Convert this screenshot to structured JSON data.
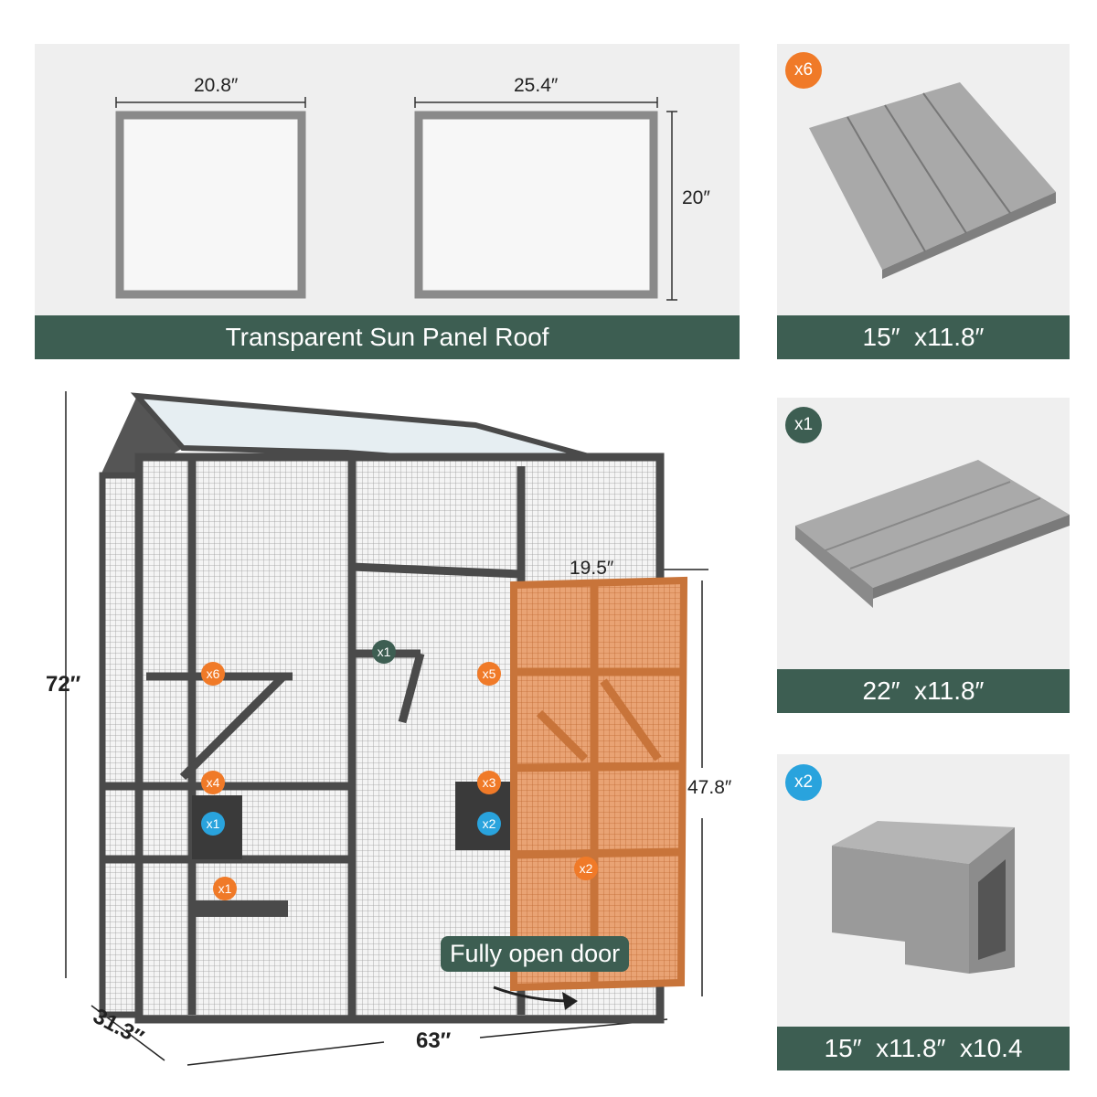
{
  "roof_panel": {
    "banner": "Transparent Sun Panel Roof",
    "width_small": "20.8″",
    "width_large": "25.4″",
    "height": "20″"
  },
  "parts": [
    {
      "qty": "x6",
      "dims": "15″  x11.8″",
      "badge_color": "#f07a28"
    },
    {
      "qty": "x1",
      "dims": "22″  x11.8″",
      "badge_color": "#3d5e52"
    },
    {
      "qty": "x2",
      "dims": "15″  x11.8″  x10.4",
      "badge_color": "#29a3dd"
    }
  ],
  "cage": {
    "height": "72″",
    "depth": "31.3″",
    "width": "63″",
    "door_width": "19.5″",
    "door_height": "47.8″",
    "door_label": "Fully open door",
    "markers": [
      "x6",
      "x4",
      "x1",
      "x1",
      "x1",
      "x5",
      "x3",
      "x2",
      "x2"
    ]
  },
  "colors": {
    "banner": "#3d5e52",
    "orange": "#f07a28",
    "blue": "#29a3dd",
    "frame": "#4a4a4a",
    "door": "#c8743a"
  }
}
